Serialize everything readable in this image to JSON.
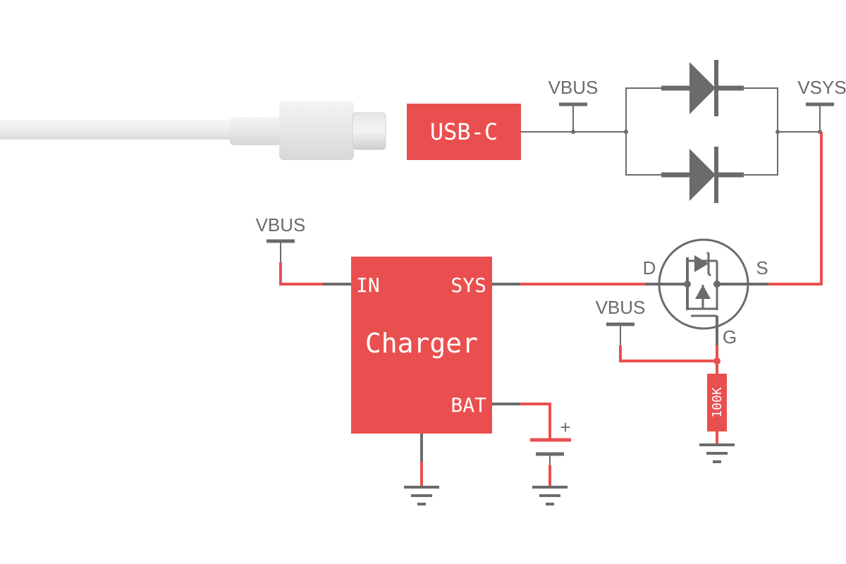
{
  "connector": {
    "label": "USB-C"
  },
  "rails": {
    "vbus_top": "VBUS",
    "vsys": "VSYS",
    "vbus_left": "VBUS",
    "vbus_gate": "VBUS"
  },
  "charger": {
    "title": "Charger",
    "pin_in": "IN",
    "pin_sys": "SYS",
    "pin_bat": "BAT"
  },
  "mosfet": {
    "pin_d": "D",
    "pin_s": "S",
    "pin_g": "G"
  },
  "resistor": {
    "value": "100K"
  },
  "battery": {
    "polarity": "+"
  },
  "colors": {
    "accent_red": "#ea4f4f",
    "wire_gray": "#6b6b6b",
    "cable_white": "#f2f2f2"
  }
}
